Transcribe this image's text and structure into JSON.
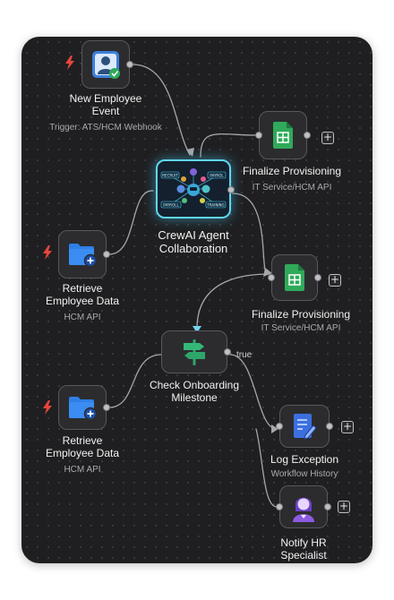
{
  "nodes": {
    "new_employee_event": {
      "title_line1": "New Employee",
      "title_line2": "Event",
      "subtitle": "Trigger: ATS/HCM Webhook",
      "icon": "user-check-icon"
    },
    "finalize_provisioning_1": {
      "title": "Finalize Provisioning",
      "subtitle": "IT Service/HCM API",
      "icon": "spreadsheet-icon"
    },
    "crewai_agent": {
      "title_line1": "CrewAI Agent",
      "title_line2": "Collaboration",
      "icon": "agent-crew-icon",
      "tags": {
        "recruit": "RECRUIT",
        "payroll_top": "PAYROL",
        "payroll_bottom": "PAYROLL",
        "training": "TRAINING"
      }
    },
    "retrieve_employee_data_1": {
      "title_line1": "Retrieve",
      "title_line2": "Employee Data",
      "subtitle": "HCM API",
      "icon": "folder-add-icon"
    },
    "finalize_provisioning_2": {
      "title": "Finalize Provisioning",
      "subtitle": "IT Service/HCM API",
      "icon": "spreadsheet-icon"
    },
    "check_onboarding_milestone": {
      "title_line1": "Check Onboarding",
      "title_line2": "Milestone",
      "icon": "signpost-icon"
    },
    "retrieve_employee_data_2": {
      "title_line1": "Retrieve",
      "title_line2": "Employee Data",
      "subtitle": "HCM API",
      "icon": "folder-add-icon"
    },
    "log_exception": {
      "title": "Log Exception",
      "subtitle": "Workflow History",
      "icon": "document-edit-icon"
    },
    "notify_hr_specialist": {
      "title_line1": "Notify HR",
      "title_line2": "Specialist",
      "icon": "hr-specialist-icon"
    }
  },
  "edges": {
    "true_label": "true"
  },
  "plus_symbol": "+",
  "colors": {
    "canvas": "#1f1f21",
    "node_fill": "#2c2c2f",
    "node_border": "#58585d",
    "agent_glow": "#5fd7ee",
    "wire": "#a6a6ab",
    "trigger_bolt": "#e8453c",
    "sheet_green": "#2fa95a",
    "folder_blue": "#2f7fe6",
    "signpost_green": "#2ea66a",
    "doc_blue": "#3b6fe0",
    "hr_purple": "#8d5be0"
  }
}
